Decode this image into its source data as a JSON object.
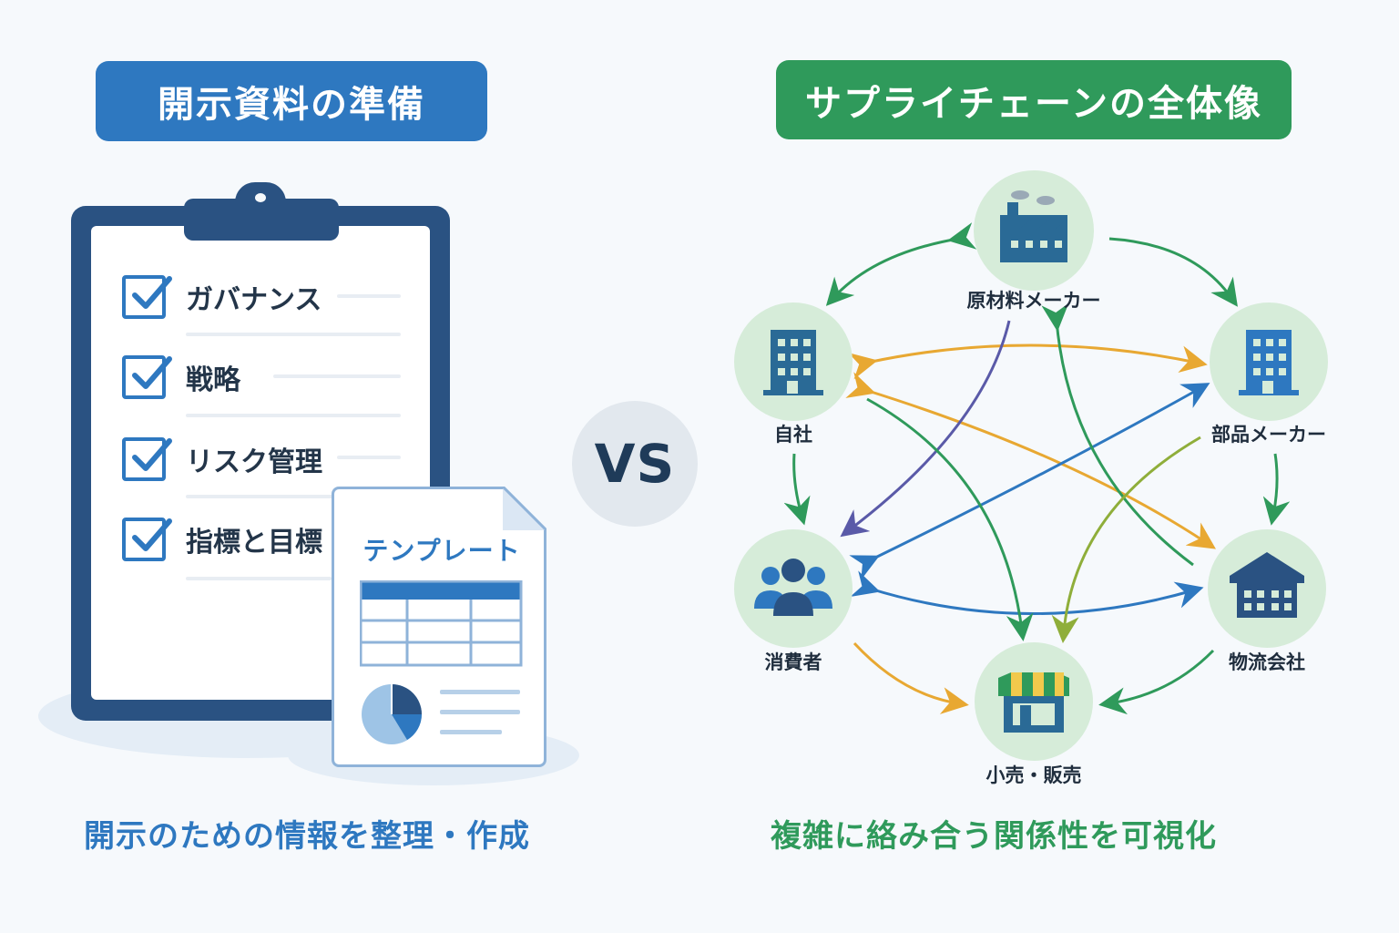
{
  "left_panel": {
    "title": "開示資料の準備",
    "checklist": [
      "ガバナンス",
      "戦略",
      "リスク管理",
      "指標と目標"
    ],
    "template_title": "テンプレート",
    "caption": "開示のための情報を整理・作成"
  },
  "vs_label": "VS",
  "right_panel": {
    "title": "サプライチェーンの全体像",
    "nodes": {
      "raw": "原材料メーカー",
      "self": "自社",
      "parts": "部品メーカー",
      "consumer": "消費者",
      "logistics": "物流会社",
      "retail": "小売・販売"
    },
    "caption": "複雑に絡み合う関係性を可視化"
  },
  "colors": {
    "blue": "#2e78c0",
    "green": "#2f9a5b",
    "navy": "#2a5282",
    "orange": "#e8a832",
    "node_bg": "#d6ecd9"
  }
}
